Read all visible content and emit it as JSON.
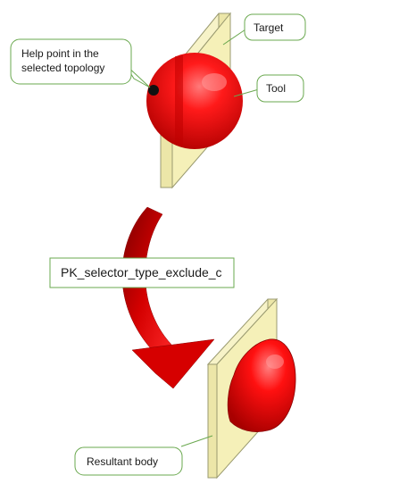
{
  "callouts": {
    "help_point": "Help point in the\nselected topology",
    "target": "Target",
    "tool": "Tool",
    "resultant": "Resultant body"
  },
  "operation": {
    "label": "PK_selector_type_exclude_c"
  },
  "colors": {
    "callout_border": "#6aa84f",
    "sheet_fill": "#f5f0b8",
    "sheet_edge": "#9a9a70",
    "sphere_red": "#e00000",
    "arrow_red": "#cc0000"
  }
}
